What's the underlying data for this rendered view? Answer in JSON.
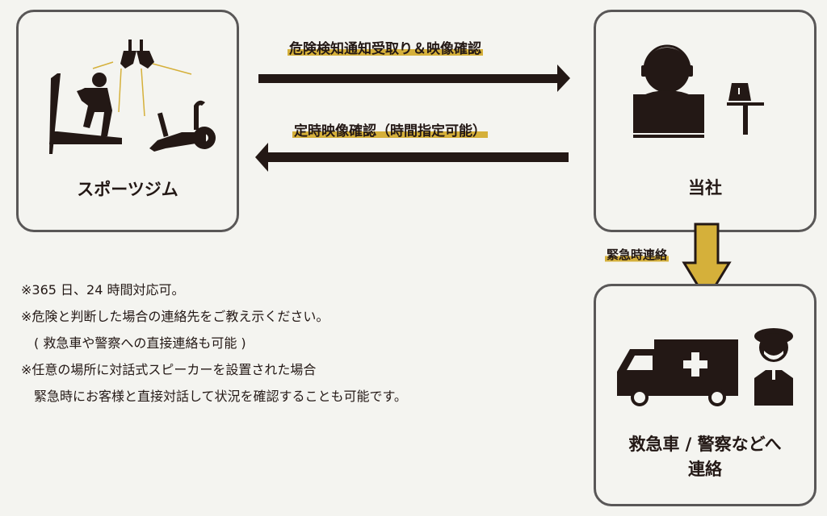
{
  "gym": {
    "title": "スポーツジム"
  },
  "office": {
    "title": "当社"
  },
  "emergency": {
    "title_line1": "救急車 / 警察などへ",
    "title_line2": "連絡"
  },
  "arrows": {
    "to_office_label": "危険検知通知受取り＆映像確認",
    "to_gym_label": "定時映像確認（時間指定可能）",
    "emergency_label": "緊急時連絡"
  },
  "notes": [
    "※365 日、24 時間対応可。",
    "※危険と判断した場合の連絡先をご教え示ください。",
    "　( 救急車や警察への直接連絡も可能 )",
    "※任意の場所に対話式スピーカーを設置された場合",
    "　緊急時にお客様と直接対話して状況を確認することも可能です。"
  ],
  "colors": {
    "accent": "#d5b03a",
    "ink": "#231815",
    "border": "#595757",
    "background": "#f4f4f0"
  }
}
